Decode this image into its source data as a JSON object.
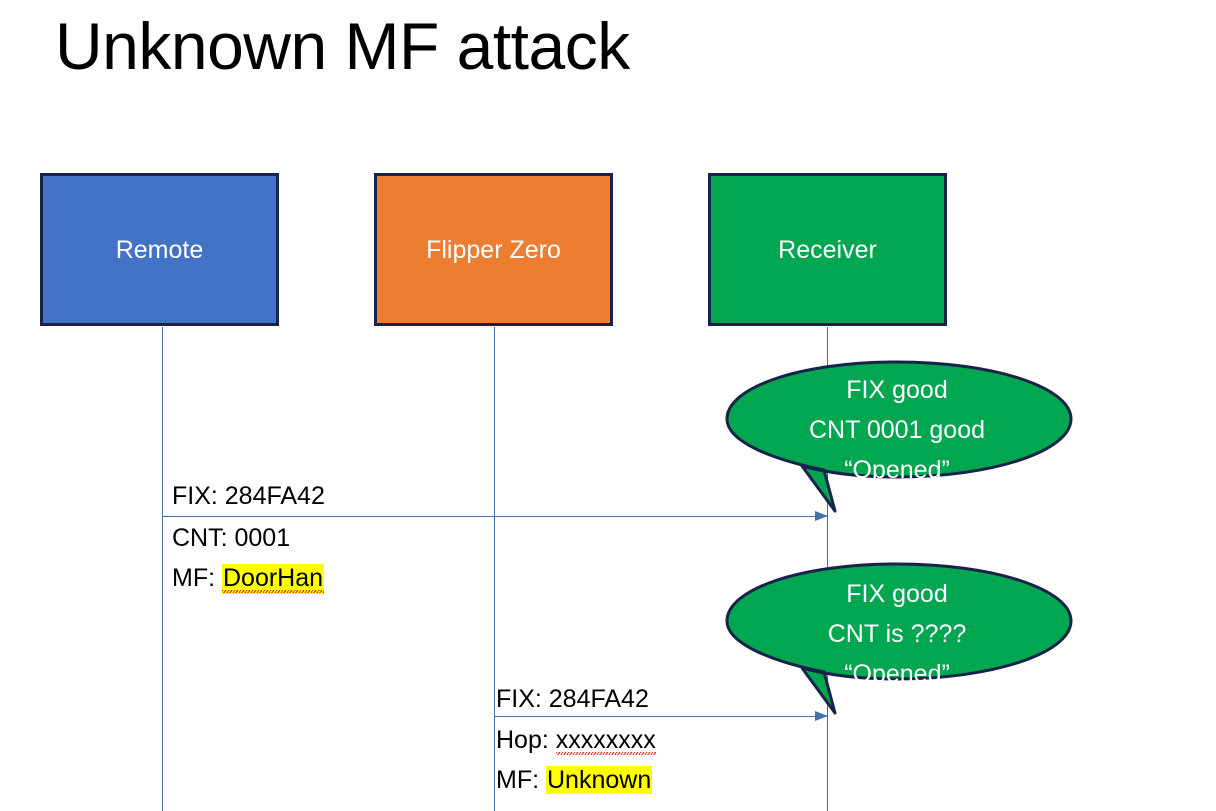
{
  "slide": {
    "title": "Unknown MF attack",
    "background": "#ffffff"
  },
  "colors": {
    "remote_fill": "#4472c4",
    "flipper_fill": "#ed7d31",
    "receiver_fill": "#00a650",
    "box_border": "#17234a",
    "line": "#4472a8",
    "callout_fill": "#00a650",
    "callout_border": "#17234a",
    "highlight": "#ffff00",
    "text": "#000000",
    "box_text": "#ffffff"
  },
  "actors": [
    {
      "id": "remote",
      "label": "Remote"
    },
    {
      "id": "flipper",
      "label": "Flipper Zero"
    },
    {
      "id": "receiver",
      "label": "Receiver"
    }
  ],
  "messages": [
    {
      "id": "remote-to-receiver",
      "from": "remote",
      "to": "receiver",
      "label_above": "FIX: 284FA42",
      "label_below_line1_key": "CNT: 0001",
      "label_below_line2_prefix": "MF: ",
      "label_below_line2_value": "DoorHan"
    },
    {
      "id": "flipper-to-receiver",
      "from": "flipper",
      "to": "receiver",
      "label_above": "FIX: 284FA42",
      "label_below_line1_prefix": "Hop: ",
      "label_below_line1_value": "xxxxxxxx",
      "label_below_line2_prefix": "MF: ",
      "label_below_line2_value": "Unknown"
    }
  ],
  "callouts": [
    {
      "id": "callout-first",
      "line1": "FIX good",
      "line2": "CNT 0001 good",
      "line3": "“Opened”"
    },
    {
      "id": "callout-second",
      "line1": "FIX good",
      "line2": "CNT is ????",
      "line3": "“Opened”"
    }
  ]
}
